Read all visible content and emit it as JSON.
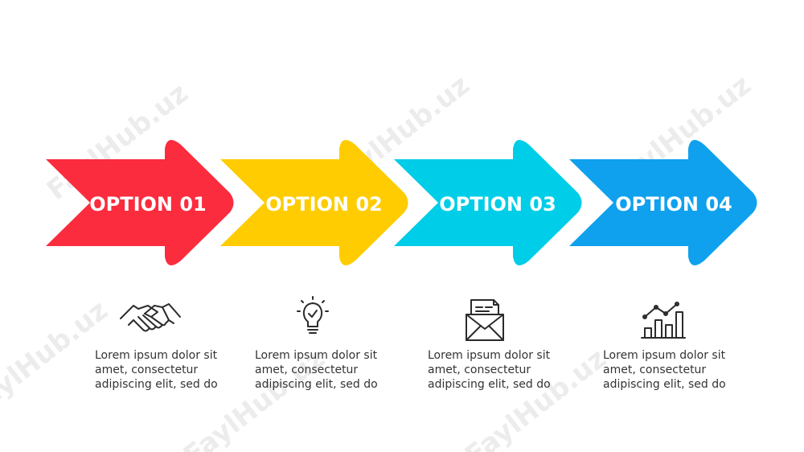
{
  "steps": [
    {
      "label": "OPTION 01",
      "color": "#fb2c3d",
      "icon": "handshake-icon",
      "description": [
        "Lorem ipsum dolor sit",
        "amet, consectetur",
        "adipiscing elit, sed do"
      ]
    },
    {
      "label": "OPTION 02",
      "color": "#fecc00",
      "icon": "lightbulb-check-icon",
      "description": [
        "Lorem ipsum dolor sit",
        "amet, consectetur",
        "adipiscing elit, sed do"
      ]
    },
    {
      "label": "OPTION 03",
      "color": "#00cde7",
      "icon": "envelope-letter-icon",
      "description": [
        "Lorem ipsum dolor sit",
        "amet, consectetur",
        "adipiscing elit, sed do"
      ]
    },
    {
      "label": "OPTION 04",
      "color": "#0fa1ee",
      "icon": "bar-chart-trend-icon",
      "description": [
        "Lorem ipsum dolor sit",
        "amet, consectetur",
        "adipiscing elit, sed do"
      ]
    }
  ],
  "watermark": "FaylHub.uz"
}
